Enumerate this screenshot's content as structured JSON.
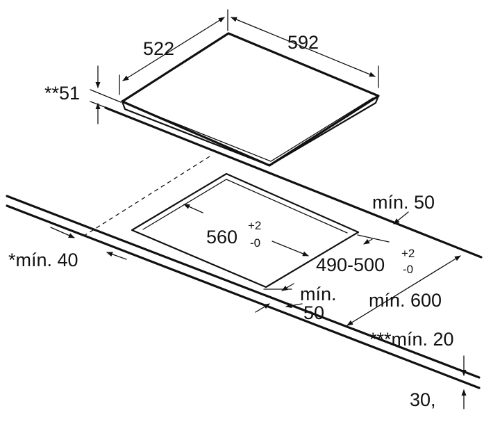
{
  "labels": {
    "depth": "522",
    "width": "592",
    "height": "**51",
    "cutout_width": "560",
    "cutout_width_tol_plus": "+2",
    "cutout_width_tol_minus": "-0",
    "cutout_depth": "490-500",
    "cutout_depth_tol_plus": "+2",
    "cutout_depth_tol_minus": "-0",
    "min_back": "mín. 50",
    "min_side": "*mín. 40",
    "min_front_1": "mín.",
    "min_front_2": "50",
    "min_worktop_depth": "mín. 600",
    "min_thickness": "***mín. 20",
    "thickness": "30,"
  }
}
